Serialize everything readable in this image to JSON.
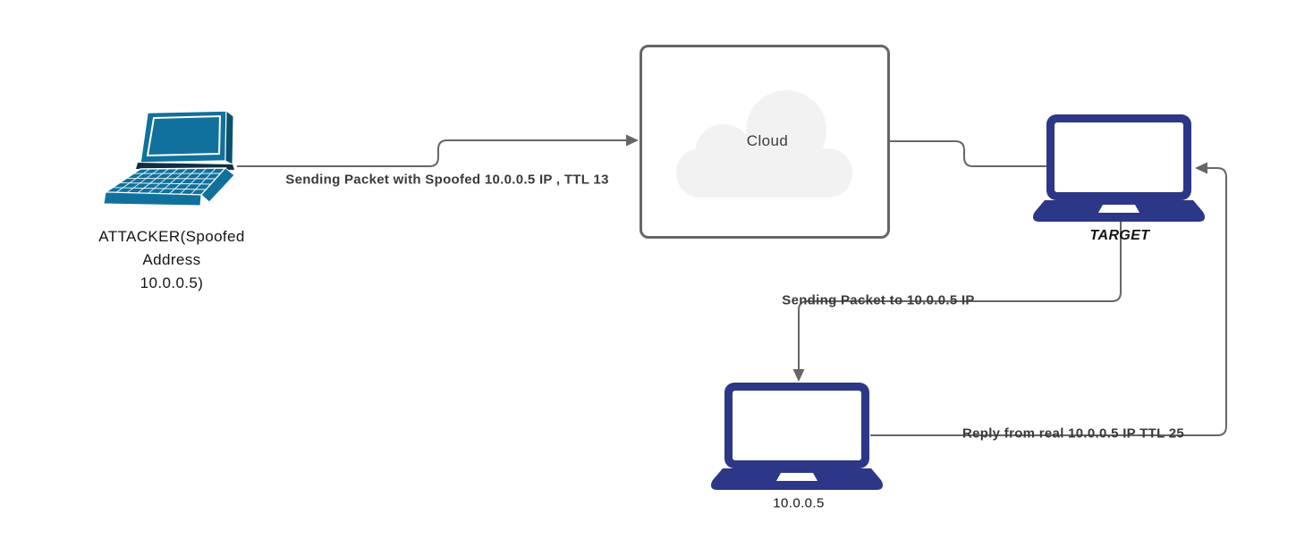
{
  "diagram": {
    "title": "IP spoofing / TTL network diagram",
    "nodes": {
      "attacker": {
        "type": "laptop-3d",
        "label_lines": [
          "ATTACKER(Spoofed",
          "Address",
          "10.0.0.5)"
        ]
      },
      "cloud": {
        "type": "cloud-container",
        "label": "Cloud"
      },
      "target": {
        "type": "laptop-front",
        "label": "TARGET"
      },
      "real_host": {
        "type": "laptop-front",
        "label": "10.0.0.5"
      }
    },
    "edges": [
      {
        "id": "attacker-to-cloud",
        "label": "Sending Packet with Spoofed 10.0.0.5 IP , TTL 13",
        "arrowhead": "right"
      },
      {
        "id": "cloud-to-target",
        "label": "",
        "arrowhead": "none"
      },
      {
        "id": "target-to-realhost",
        "label": "Sending Packet to 10.0.0.5 IP",
        "arrowhead": "down"
      },
      {
        "id": "realhost-to-target",
        "label": "Reply from real 10.0.0.5 IP TTL 25",
        "arrowhead": "left"
      }
    ]
  },
  "colors": {
    "canvas-bg": "#ffffff",
    "connector": "#666666",
    "navy-laptop": "#2d3787",
    "teal-laptop": "#10719c",
    "teal-laptop-dark": "#0a5170",
    "teal-hinge": "#0e2f41",
    "cloud-fill": "#f2f2f2",
    "cloud-border": "#666666",
    "edge-label-color": "#3a3a3a",
    "node-label-color": "#141414",
    "cloud-text-color": "#3d3d3d"
  }
}
